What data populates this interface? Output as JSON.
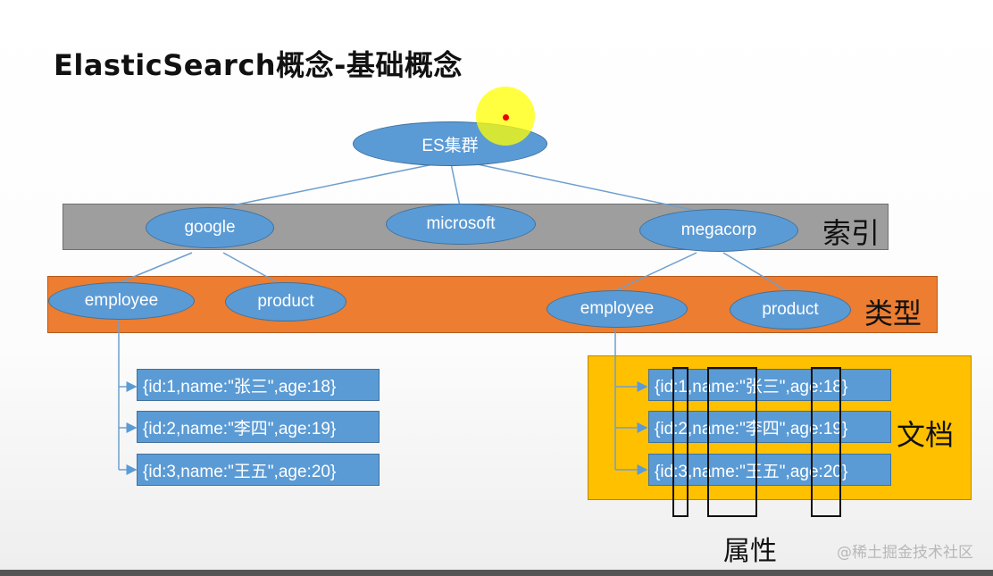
{
  "title": "ElasticSearch概念-基础概念",
  "cluster": "ES集群",
  "indices": [
    "google",
    "microsoft",
    "megacorp"
  ],
  "types_left": [
    "employee",
    "product"
  ],
  "types_right": [
    "employee",
    "product"
  ],
  "docs_left": [
    "{id:1,name:\"张三\",age:18}",
    "{id:2,name:\"李四\",age:19}",
    "{id:3,name:\"王五\",age:20}"
  ],
  "docs_right": [
    "{id:1,name:\"张三\",age:18}",
    "{id:2,name:\"李四\",age:19}",
    "{id:3,name:\"王五\",age:20}"
  ],
  "labels": {
    "index": "索引",
    "type": "类型",
    "document": "文档",
    "field": "属性"
  },
  "watermark": "@稀土掘金技术社区",
  "colors": {
    "node": "#5b9bd5",
    "index_band": "#9e9e9e",
    "type_band": "#ec7d31",
    "doc_band": "#ffc000"
  }
}
